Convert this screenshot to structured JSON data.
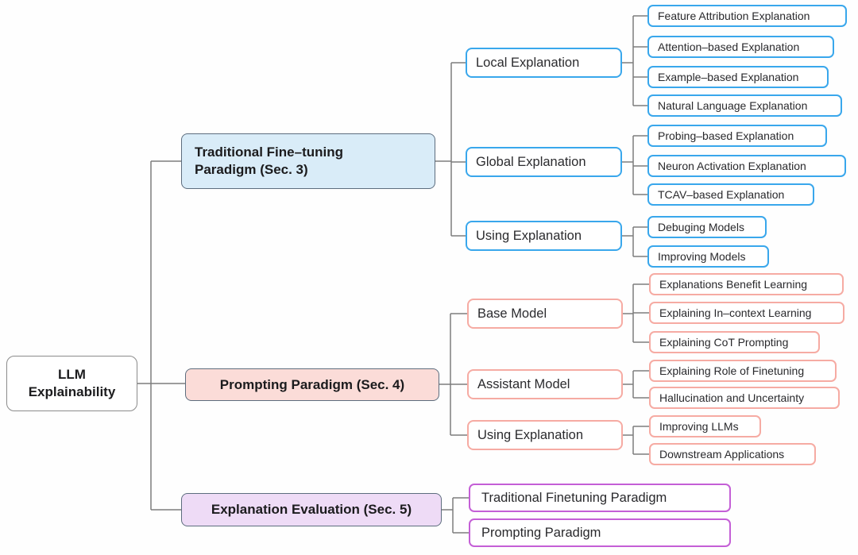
{
  "colors": {
    "blue_section_fill": "#d9ecf8",
    "pink_section_fill": "#fbdcd8",
    "purple_section_fill": "#eedbf6",
    "blue_border": "#39a7ec",
    "pink_border": "#f6aba3",
    "purple_border": "#c45fd6",
    "section_header_border": "#5d6d7e",
    "connector_line": "#7d7d7d"
  },
  "root": {
    "line1": "LLM",
    "line2": "Explainability"
  },
  "sections": {
    "finetuning": {
      "title_line1": "Traditional Fine–tuning",
      "title_line2": "Paradigm (Sec. 3)",
      "local": {
        "label": "Local Explanation",
        "leaves": [
          "Feature Attribution Explanation",
          "Attention–based Explanation",
          "Example–based Explanation",
          "Natural Language Explanation"
        ]
      },
      "global": {
        "label": "Global Explanation",
        "leaves": [
          "Probing–based Explanation",
          "Neuron Activation Explanation",
          "TCAV–based Explanation"
        ]
      },
      "using": {
        "label": "Using Explanation",
        "leaves": [
          "Debuging Models",
          "Improving Models"
        ]
      }
    },
    "prompting": {
      "title": "Prompting Paradigm (Sec. 4)",
      "base": {
        "label": "Base Model",
        "leaves": [
          "Explanations Benefit Learning",
          "Explaining In–context Learning",
          "Explaining CoT Prompting"
        ]
      },
      "assistant": {
        "label": "Assistant Model",
        "leaves": [
          "Explaining Role of Finetuning",
          "Hallucination and Uncertainty"
        ]
      },
      "using": {
        "label": "Using Explanation",
        "leaves": [
          "Improving LLMs",
          "Downstream Applications"
        ]
      }
    },
    "evaluation": {
      "title": "Explanation Evaluation (Sec. 5)",
      "leaves": [
        "Traditional Finetuning Paradigm",
        "Prompting Paradigm"
      ]
    }
  }
}
